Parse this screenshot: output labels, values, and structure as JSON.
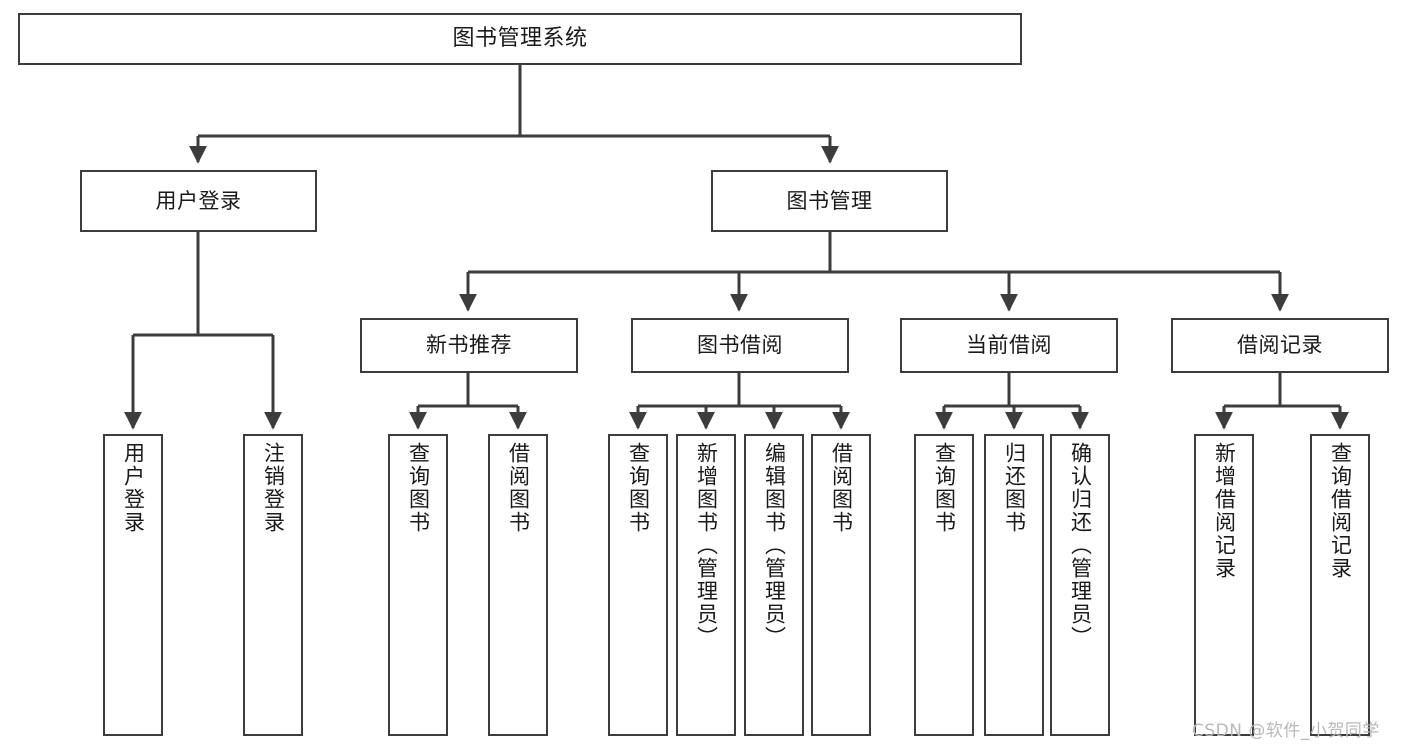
{
  "diagram": {
    "type": "tree-hierarchy-chart",
    "title": "图书管理系统",
    "watermark": "CSDN @软件_小贺同学",
    "colors": {
      "box_border": "#3c3c3c",
      "box_fill": "#ffffff",
      "connector": "#3c3c3c",
      "text": "#1a1a1a",
      "watermark": "#b9b9b9",
      "background": "#ffffff"
    },
    "levels": {
      "root": {
        "label": "图书管理系统"
      },
      "level2": [
        {
          "label": "用户登录"
        },
        {
          "label": "图书管理"
        }
      ],
      "level3": [
        {
          "label": "新书推荐"
        },
        {
          "label": "图书借阅"
        },
        {
          "label": "当前借阅"
        },
        {
          "label": "借阅记录"
        }
      ],
      "leaves": {
        "user_login": [
          {
            "label": "用户登录"
          },
          {
            "label": "注销登录"
          }
        ],
        "new_book_recommend": [
          {
            "label": "查询图书"
          },
          {
            "label": "借阅图书"
          }
        ],
        "book_borrow": [
          {
            "label": "查询图书"
          },
          {
            "label": "新增图书（管理员）"
          },
          {
            "label": "编辑图书（管理员）"
          },
          {
            "label": "借阅图书"
          }
        ],
        "current_borrow": [
          {
            "label": "查询图书"
          },
          {
            "label": "归还图书"
          },
          {
            "label": "确认归还（管理员）"
          }
        ],
        "borrow_record": [
          {
            "label": "新增借阅记录"
          },
          {
            "label": "查询借阅记录"
          }
        ]
      }
    }
  }
}
